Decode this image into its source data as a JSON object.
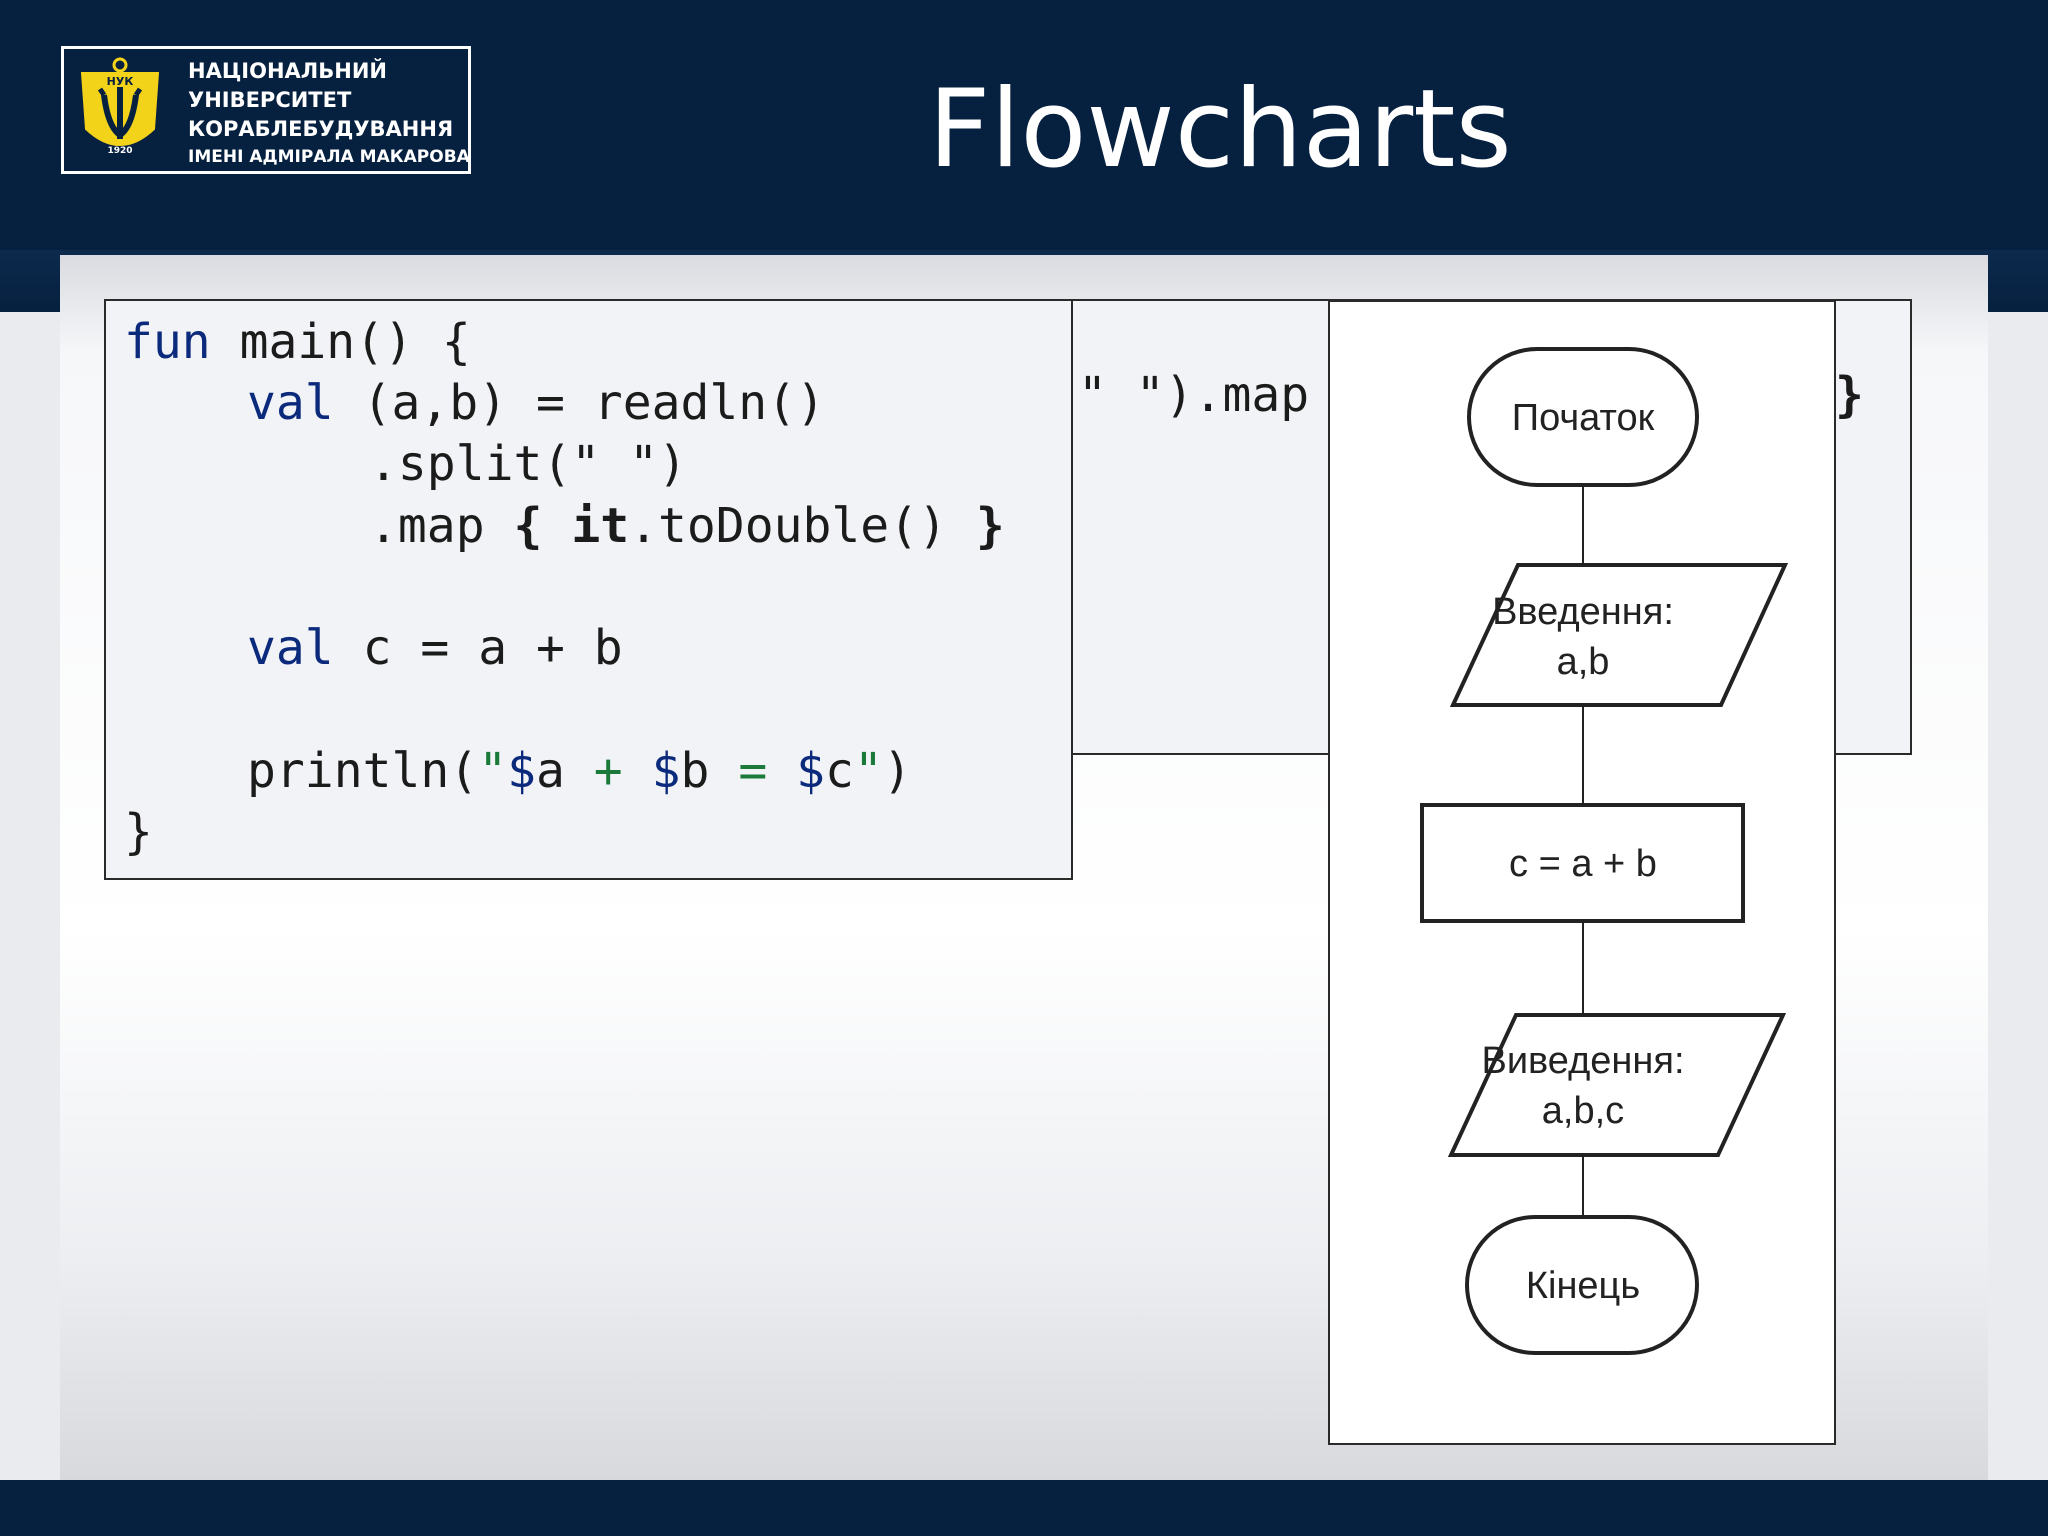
{
  "header": {
    "logo": {
      "emblem_text": "НУК",
      "emblem_year": "1920",
      "lines": [
        "НАЦІОНАЛЬНИЙ",
        "УНІВЕРСИТЕТ",
        "КОРАБЛЕБУДУВАННЯ",
        "ІМЕНІ АДМІРАЛА МАКАРОВА"
      ]
    },
    "title": "Flowcharts"
  },
  "code": {
    "line1": {
      "kw": "fun",
      "rest": " main() {"
    },
    "line2": {
      "kw": "val",
      "rest": " (a,b) = readln()"
    },
    "line3": {
      "text": ".split(\" \")"
    },
    "line4": {
      "pre": ".map ",
      "brace_open": "{",
      "it": "it",
      "call": ".toDouble() ",
      "brace_close": "}"
    },
    "line5": {
      "kw": "val",
      "rest": " c = a + b"
    },
    "line6": {
      "pre": "println(",
      "q1": "\"",
      "d1": "$",
      "v1": "a",
      "plus": " + ",
      "d2": "$",
      "v2": "b",
      "eq": " = ",
      "d3": "$",
      "v3": "c",
      "q2": "\"",
      "post": ")"
    },
    "line7": {
      "text": "}"
    },
    "background_fragment": "\" \").map",
    "background_brace": "}"
  },
  "flowchart": {
    "start": "Початок",
    "input_label": "Введення:",
    "input_vars": "a,b",
    "process": "c = a + b",
    "output_label": "Виведення:",
    "output_vars": "a,b,c",
    "end": "Кінець"
  },
  "colors": {
    "header_bg": "#06203f",
    "emblem_yellow": "#f3d21a",
    "keyword": "#0b2a7c",
    "string": "#1b7a3a"
  }
}
